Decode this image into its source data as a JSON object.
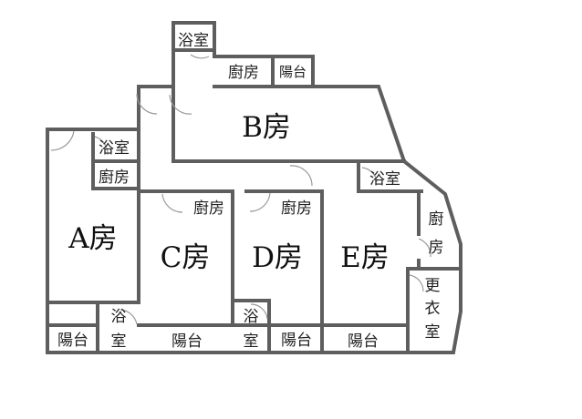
{
  "colors": {
    "wall": "#5e5e5e",
    "door": "#9a9a9a",
    "text": "#111111",
    "background": "#ffffff"
  },
  "rooms": {
    "A": "A房",
    "B": "B房",
    "C": "C房",
    "D": "D房",
    "E": "E房"
  },
  "spaces": {
    "bath": "浴室",
    "bath_top": "浴",
    "bath_bottom": "室",
    "kitchen": "廚房",
    "kitchen_top": "廚",
    "kitchen_bottom": "房",
    "balcony": "陽台",
    "closet_1": "更",
    "closet_2": "衣",
    "closet_3": "室"
  }
}
